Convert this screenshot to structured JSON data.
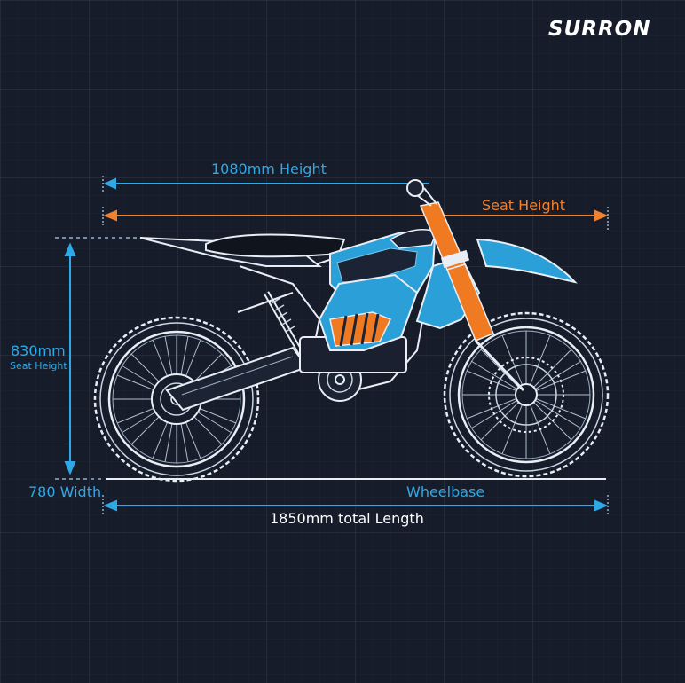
{
  "brand": {
    "logo_text": "SURRON"
  },
  "dimensions": {
    "height": "1080mm Height",
    "seat_height_top": "Seat Height",
    "seat_height_value": "830mm",
    "seat_height_sub": "Seat Height",
    "width": "780 Width",
    "wheelbase": "Wheelbase",
    "total_length": "1850mm total Length"
  },
  "colors": {
    "background": "#161c2a",
    "dimension_blue": "#2ea8e6",
    "dimension_orange": "#f0812e",
    "line_white": "#ffffff",
    "bike_blue": "#2b9fd8",
    "bike_orange": "#f07a22"
  }
}
